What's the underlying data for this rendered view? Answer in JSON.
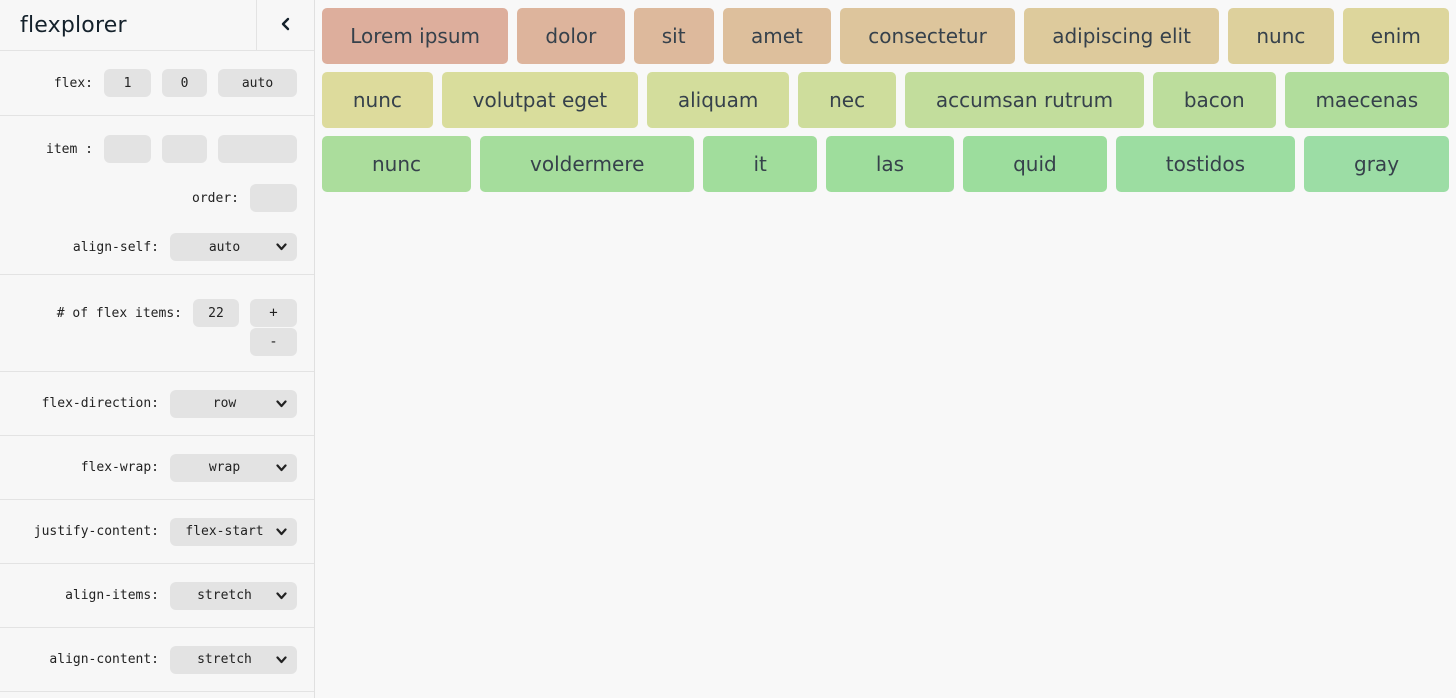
{
  "app": {
    "title": "flexplorer"
  },
  "icons": {
    "collapse": "chevron-left-icon",
    "dropdown": "chevron-down-icon"
  },
  "colors": {
    "sidebar_bg": "#f7f7f7",
    "main_bg": "#f8f8f8",
    "control_bg": "#e3e3e3",
    "divider": "#e3e3e3",
    "label_text": "#222222",
    "item_text": "#36414b"
  },
  "sidebar": {
    "flex": {
      "label": "flex:",
      "values": [
        "1",
        "0",
        "auto"
      ]
    },
    "item": {
      "label": "item :",
      "values": [
        "",
        "",
        ""
      ]
    },
    "order": {
      "label": "order:",
      "value": ""
    },
    "align_self": {
      "label": "align-self:",
      "value": "auto"
    },
    "count": {
      "label": "# of flex items:",
      "value": "22",
      "increment": "+",
      "decrement": "-"
    },
    "flex_direction": {
      "label": "flex-direction:",
      "value": "row"
    },
    "flex_wrap": {
      "label": "flex-wrap:",
      "value": "wrap"
    },
    "justify_content": {
      "label": "justify-content:",
      "value": "flex-start"
    },
    "align_items": {
      "label": "align-items:",
      "value": "stretch"
    },
    "align_content": {
      "label": "align-content:",
      "value": "stretch"
    }
  },
  "main": {
    "rows": [
      [
        {
          "label": "Lorem ipsum",
          "color": "#ddae9c"
        },
        {
          "label": "dolor",
          "color": "#ddb49c"
        },
        {
          "label": "sit",
          "color": "#ddb99c"
        },
        {
          "label": "amet",
          "color": "#ddbf9c"
        },
        {
          "label": "consectetur",
          "color": "#ddc59c"
        },
        {
          "label": "adipiscing elit",
          "color": "#ddca9c"
        },
        {
          "label": "nunc",
          "color": "#ddd09c"
        },
        {
          "label": "enim",
          "color": "#ddd69c"
        }
      ],
      [
        {
          "label": "nunc",
          "color": "#dddb9c"
        },
        {
          "label": "volutpat eget",
          "color": "#d9dd9c"
        },
        {
          "label": "aliquam",
          "color": "#d3dd9c"
        },
        {
          "label": "nec",
          "color": "#cedd9c"
        },
        {
          "label": "accumsan rutrum",
          "color": "#c2dd9c"
        },
        {
          "label": "bacon",
          "color": "#bcdd9c"
        },
        {
          "label": "maecenas",
          "color": "#b1dd9c"
        }
      ],
      [
        {
          "label": "nunc",
          "color": "#abdd9c"
        },
        {
          "label": "voldermere",
          "color": "#a5dd9c"
        },
        {
          "label": "it",
          "color": "#a1dd9c"
        },
        {
          "label": "las",
          "color": "#9edd9c"
        },
        {
          "label": "quid",
          "color": "#9cdd9d"
        },
        {
          "label": "tostidos",
          "color": "#9cdda1"
        },
        {
          "label": "gray",
          "color": "#9cdda5"
        }
      ]
    ]
  }
}
